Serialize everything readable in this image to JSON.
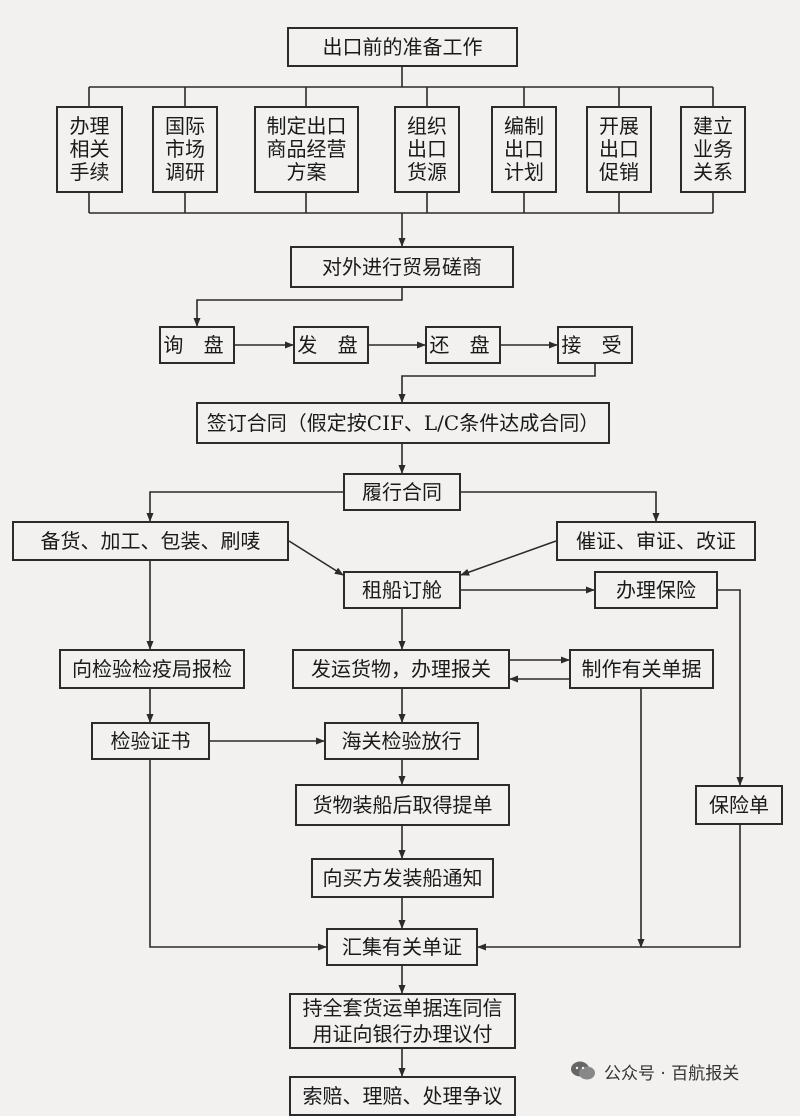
{
  "nodes": {
    "prep": "出口前的准备工作",
    "p1": "办理\n相关\n手续",
    "p2": "国际\n市场\n调研",
    "p3": "制定出口\n商品经营\n方案",
    "p4": "组织\n出口\n货源",
    "p5": "编制\n出口\n计划",
    "p6": "开展\n出口\n促销",
    "p7": "建立\n业务\n关系",
    "nego": "对外进行贸易磋商",
    "inquiry": "询 盘",
    "offer": "发 盘",
    "counter": "还 盘",
    "accept": "接 受",
    "sign": "签订合同（假定按CIF、L/C条件达成合同）",
    "perform": "履行合同",
    "goods": "备货、加工、包装、刷唛",
    "lc": "催证、审证、改证",
    "ship": "租船订舱",
    "insure": "办理保险",
    "inspect": "向检验检疫局报检",
    "customs": "发运货物，办理报关",
    "docs": "制作有关单据",
    "cert": "检验证书",
    "release": "海关检验放行",
    "bl": "货物装船后取得提单",
    "notify": "向买方发装船通知",
    "policy": "保险单",
    "collect": "汇集有关单证",
    "bank": "持全套货运单据连同信\n用证向银行办理议付",
    "claim": "索赔、理赔、处理争议"
  },
  "watermark": {
    "text": "公众号 · 百航报关",
    "icon": "wechat-icon"
  }
}
